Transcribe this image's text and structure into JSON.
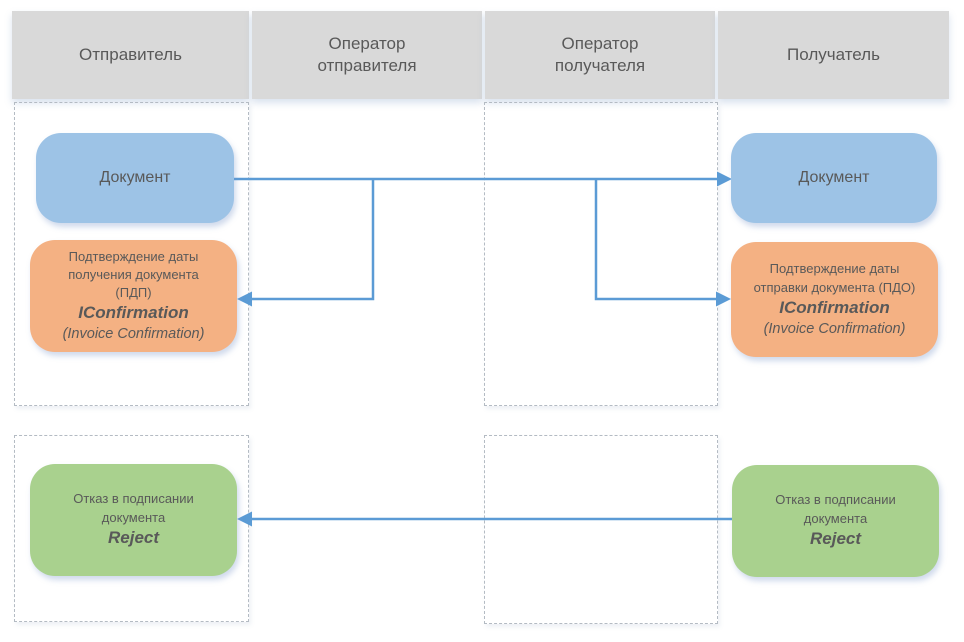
{
  "lanes": [
    {
      "lines": [
        "Отправитель"
      ]
    },
    {
      "lines": [
        "Оператор",
        "отправителя"
      ]
    },
    {
      "lines": [
        "Оператор",
        "получателя"
      ]
    },
    {
      "lines": [
        "Получатель"
      ]
    }
  ],
  "boxes": {
    "doc_sender": {
      "label": "Документ"
    },
    "doc_receiver": {
      "label": "Документ"
    },
    "pdp": {
      "lines": [
        "Подтверждение даты",
        "получения документа",
        "(ПДП)"
      ],
      "code": "IConfirmation",
      "note": "(Invoice Confirmation)"
    },
    "pdo": {
      "lines": [
        "Подтверждение даты",
        "отправки документа (ПДО)"
      ],
      "code": "IConfirmation",
      "note": "(Invoice Confirmation)"
    },
    "reject_sender": {
      "lines": [
        "Отказ в подписании",
        "документа"
      ],
      "code": "Reject"
    },
    "reject_receiver": {
      "lines": [
        "Отказ в подписании",
        "документа"
      ],
      "code": "Reject"
    }
  },
  "flows": [
    {
      "from": "doc_sender",
      "to": "doc_receiver",
      "label": ""
    },
    {
      "from": "sender_operator_branch",
      "to": "pdp",
      "label": ""
    },
    {
      "from": "receiver_operator_branch",
      "to": "pdo",
      "label": ""
    },
    {
      "from": "reject_receiver",
      "to": "reject_sender",
      "label": ""
    }
  ],
  "colors": {
    "header_bg": "#d9d9d9",
    "text": "#595959",
    "blue_box": "#9dc3e6",
    "orange_box": "#f4b183",
    "green_box": "#a9d18e",
    "arrow": "#5b9bd5",
    "dash_border": "#b4bbc3"
  }
}
